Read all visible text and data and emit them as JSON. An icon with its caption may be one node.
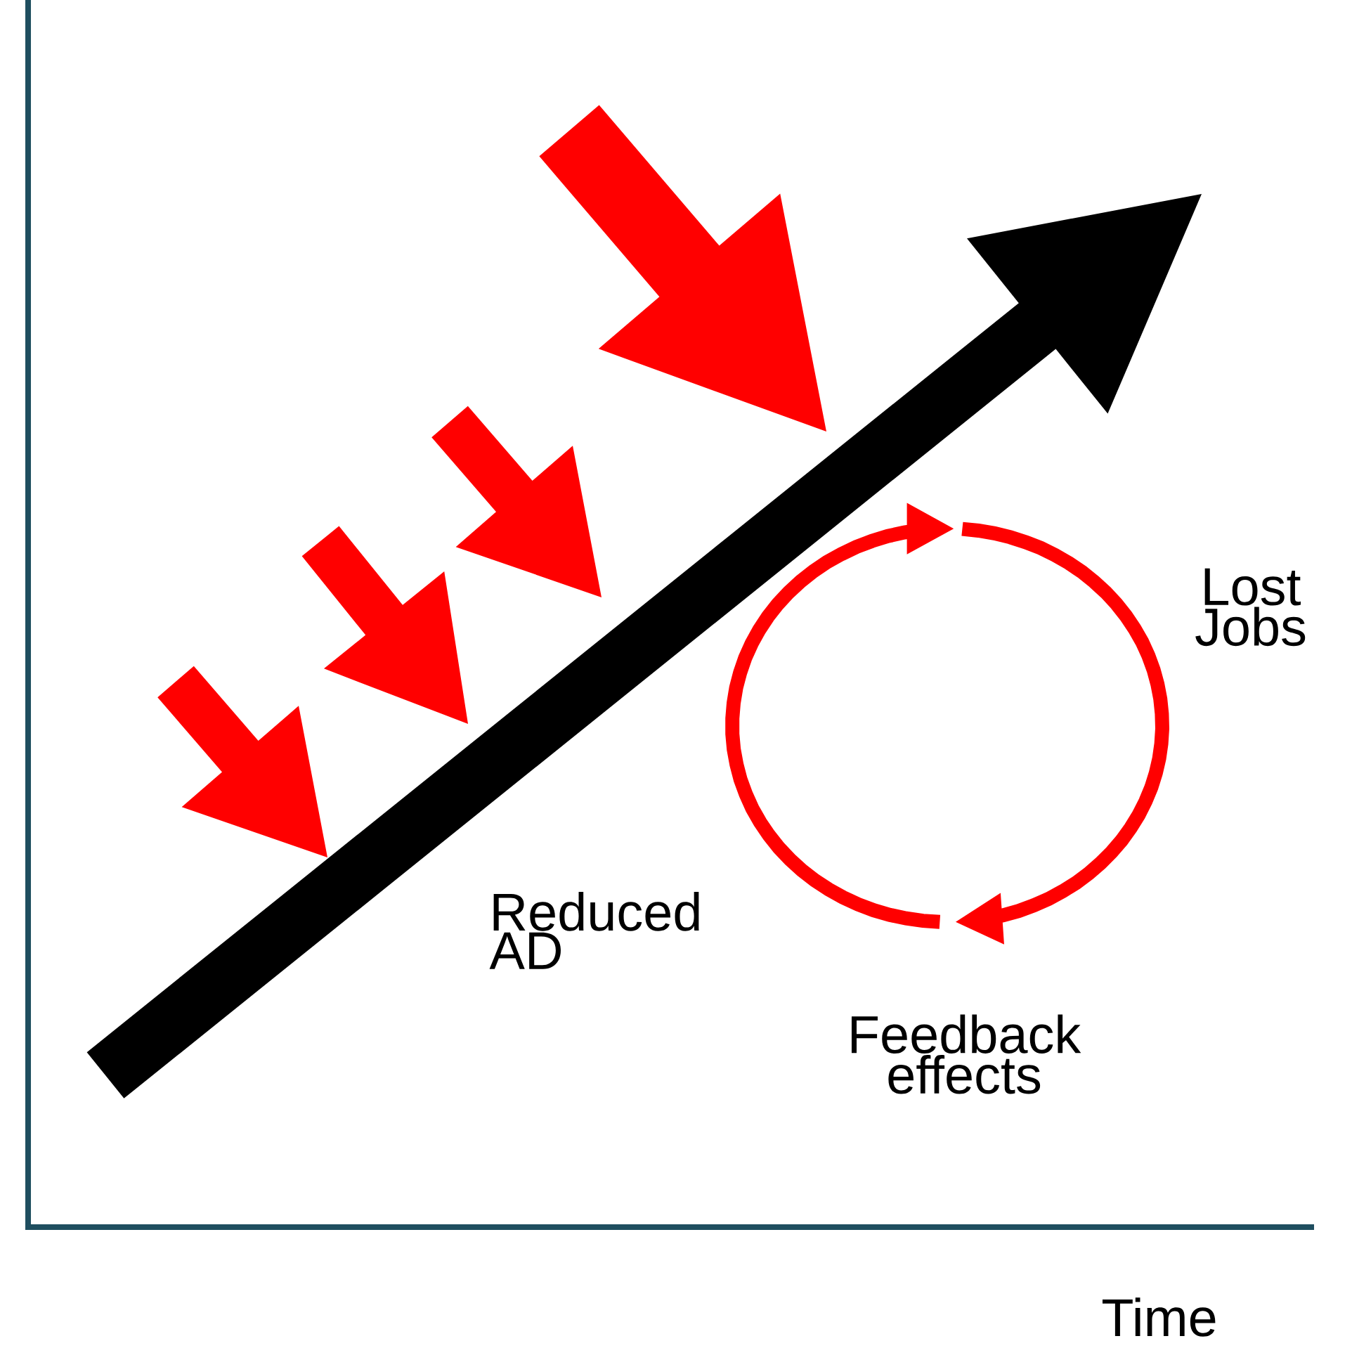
{
  "diagram": {
    "labels": [
      "Lost Jobs",
      "Reduced AD",
      "Feedback effects",
      "Time"
    ]
  }
}
